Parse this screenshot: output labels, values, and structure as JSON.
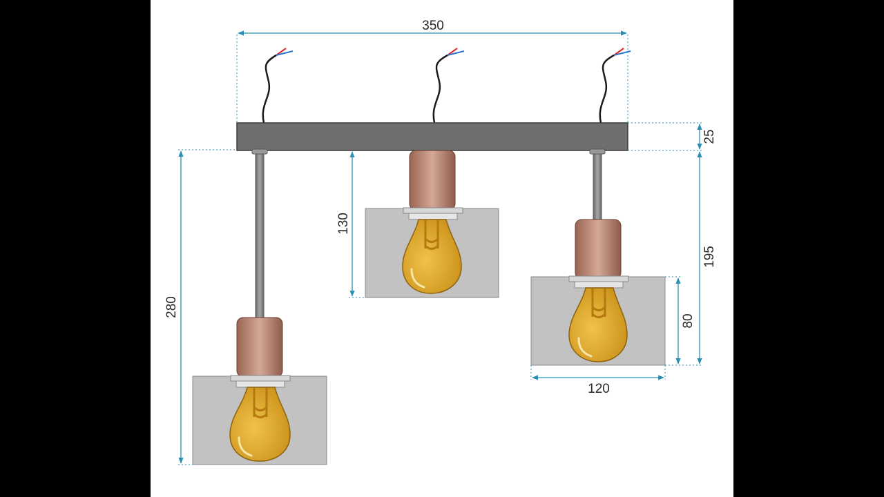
{
  "dimensions": {
    "overall_width": "350",
    "bar_height": "25",
    "long_drop": "280",
    "short_drop": "130",
    "medium_drop": "195",
    "shade_height": "80",
    "shade_width": "120"
  },
  "colors": {
    "page_background": "#000000",
    "canvas": "#ffffff",
    "dimension_line": "#2b8fb3",
    "bar": "#6e6e6e",
    "rod": "#8a8a8a",
    "socket": "#b37f6b",
    "shade": "#c2c2c2",
    "bulb": "#e0ac2e",
    "cable": "#1a1a1a",
    "wire_red": "#e0242a",
    "wire_blue": "#2a76d2"
  }
}
